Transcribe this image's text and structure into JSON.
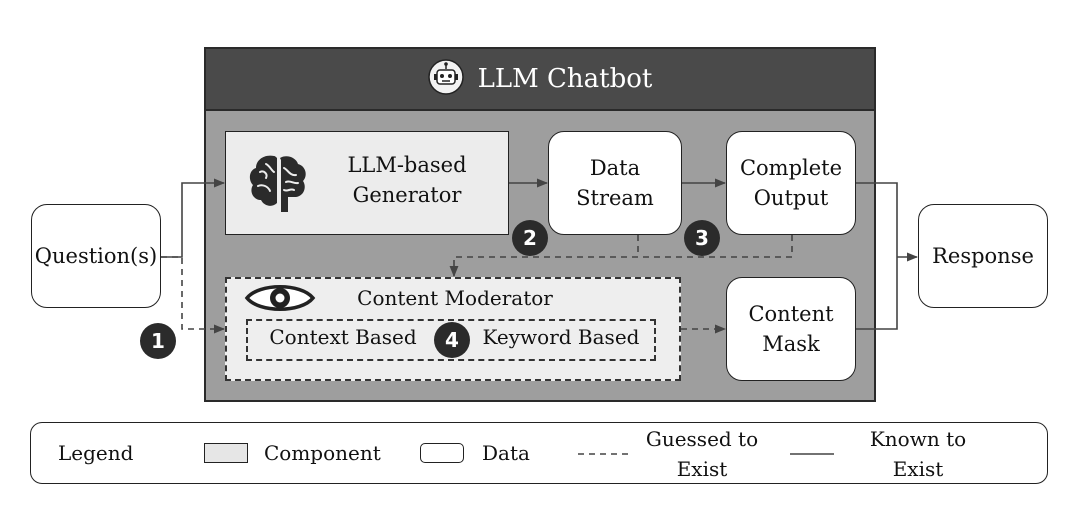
{
  "chatbot": {
    "title": "LLM Chatbot",
    "icon": "robot-icon"
  },
  "generator": {
    "label": "LLM-based Generator",
    "icon": "brain-icon"
  },
  "data_stream": {
    "label": "Data Stream"
  },
  "complete_output": {
    "label": "Complete Output"
  },
  "content_mask": {
    "label": "Content Mask"
  },
  "question": {
    "label": "Question(s)"
  },
  "response": {
    "label": "Response"
  },
  "moderator": {
    "title": "Content Moderator",
    "icon": "eye-icon",
    "context_label": "Context Based",
    "keyword_label": "Keyword Based"
  },
  "badges": [
    "1",
    "2",
    "3",
    "4"
  ],
  "legend": {
    "title": "Legend",
    "component": "Component",
    "data": "Data",
    "guessed": "Guessed to Exist",
    "known": "Known to Exist"
  },
  "colors": {
    "chatbot_body": "#9e9e9e",
    "chatbot_header": "#4a4a4a",
    "component_fill": "#ececec",
    "badge": "#2b2b2b"
  }
}
